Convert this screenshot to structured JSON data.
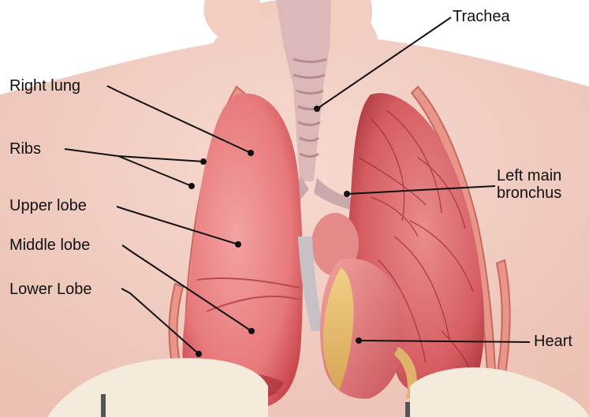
{
  "labels": {
    "trachea": "Trachea",
    "right_lung": "Right lung",
    "ribs": "Ribs",
    "upper_lobe": "Upper lobe",
    "middle_lobe": "Middle lobe",
    "lower_lobe": "Lower Lobe",
    "left_main_bronchus_line1": "Left main",
    "left_main_bronchus_line2": "bronchus",
    "heart": "Heart"
  }
}
